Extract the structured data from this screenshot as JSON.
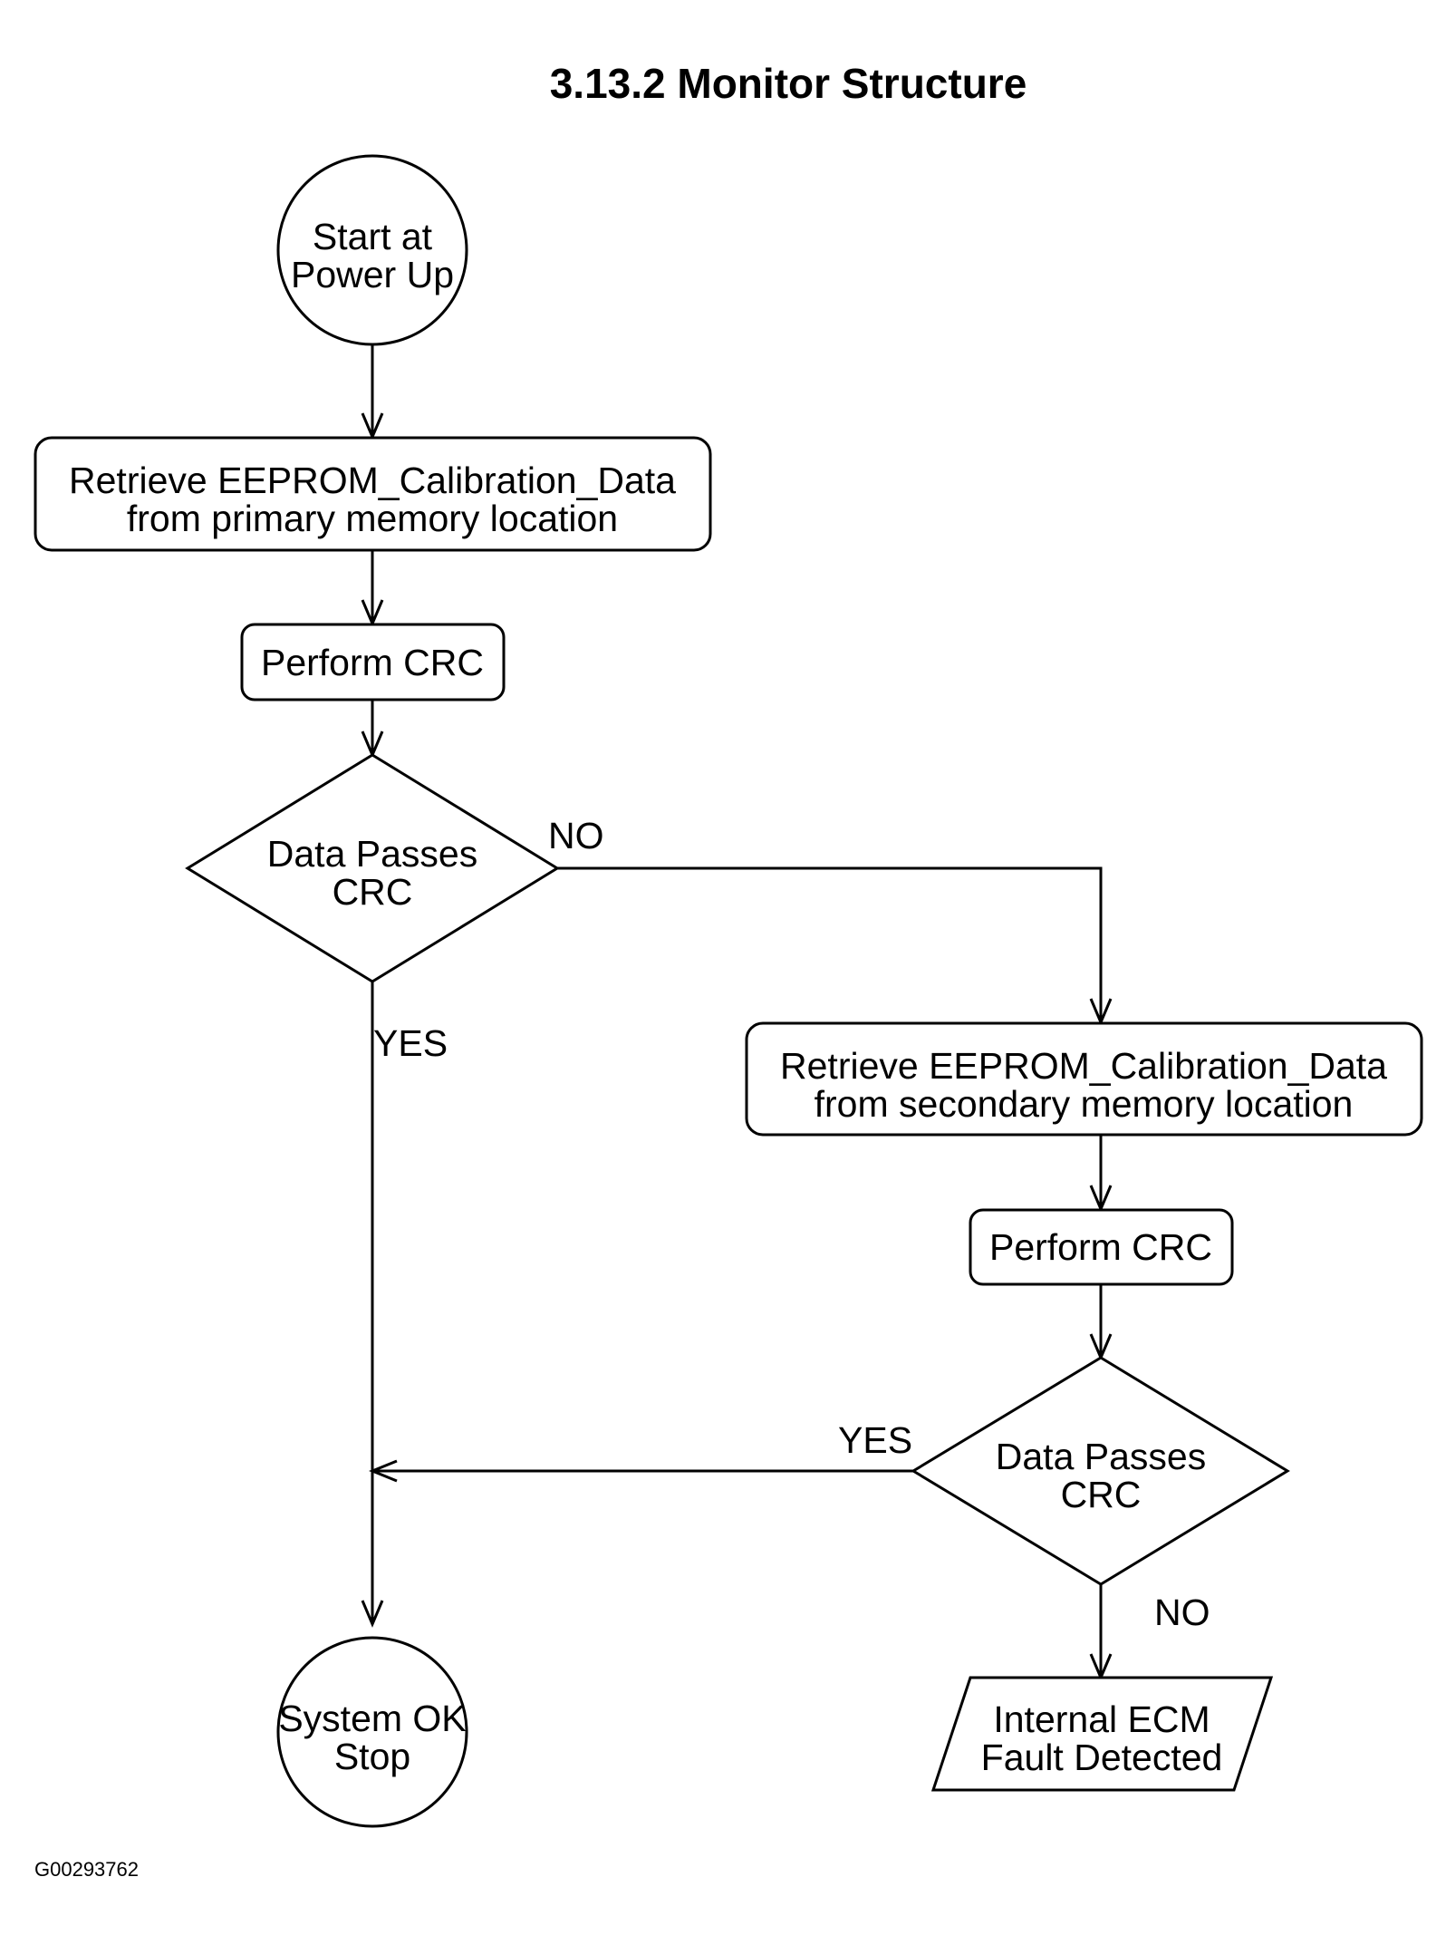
{
  "title": "3.13.2 Monitor Structure",
  "figure_id": "G00293762",
  "nodes": {
    "start": {
      "shape": "circle",
      "lines": [
        "Start at",
        "Power Up"
      ]
    },
    "retrieve_primary": {
      "shape": "rounded-rect",
      "lines": [
        "Retrieve EEPROM_Calibration_Data",
        "from primary memory location"
      ]
    },
    "crc_primary": {
      "shape": "rounded-rect",
      "lines": [
        "Perform CRC"
      ]
    },
    "check_primary": {
      "shape": "diamond",
      "lines": [
        "Data Passes",
        "CRC"
      ]
    },
    "retrieve_secondary": {
      "shape": "rounded-rect",
      "lines": [
        "Retrieve EEPROM_Calibration_Data",
        "from secondary memory location"
      ]
    },
    "crc_secondary": {
      "shape": "rounded-rect",
      "lines": [
        "Perform CRC"
      ]
    },
    "check_secondary": {
      "shape": "diamond",
      "lines": [
        "Data Passes",
        "CRC"
      ]
    },
    "system_ok": {
      "shape": "circle",
      "lines": [
        "System OK",
        "Stop"
      ]
    },
    "fault": {
      "shape": "parallelogram",
      "lines": [
        "Internal ECM",
        "Fault Detected"
      ]
    }
  },
  "edges": [
    {
      "from": "start",
      "to": "retrieve_primary",
      "label": ""
    },
    {
      "from": "retrieve_primary",
      "to": "crc_primary",
      "label": ""
    },
    {
      "from": "crc_primary",
      "to": "check_primary",
      "label": ""
    },
    {
      "from": "check_primary",
      "to": "retrieve_secondary",
      "label": "NO"
    },
    {
      "from": "check_primary",
      "to": "system_ok",
      "label": "YES"
    },
    {
      "from": "retrieve_secondary",
      "to": "crc_secondary",
      "label": ""
    },
    {
      "from": "crc_secondary",
      "to": "check_secondary",
      "label": ""
    },
    {
      "from": "check_secondary",
      "to": "system_ok",
      "label": "YES"
    },
    {
      "from": "check_secondary",
      "to": "fault",
      "label": "NO"
    }
  ]
}
